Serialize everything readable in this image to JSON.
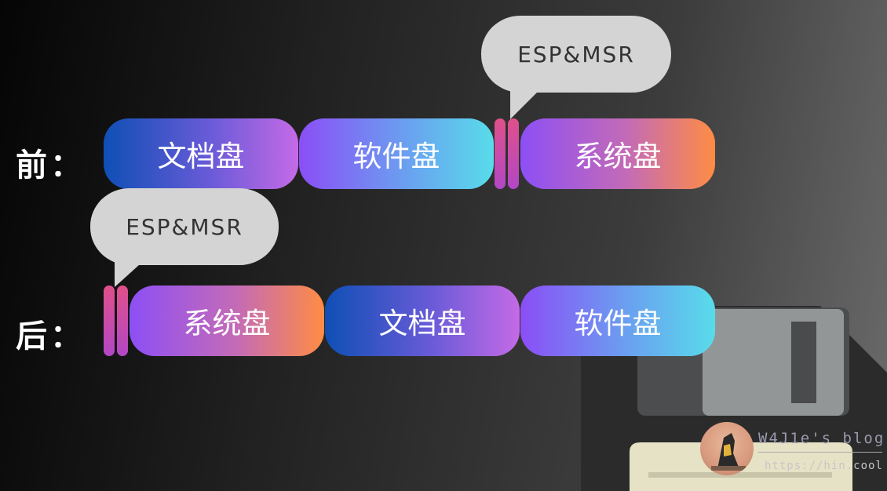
{
  "rows": {
    "before_label": "前：",
    "after_label": "后："
  },
  "partitions": {
    "doc": "文档盘",
    "soft": "软件盘",
    "sys": "系统盘"
  },
  "bubble_text": "ESP&MSR",
  "watermark": {
    "blog": "W4J1e's blog",
    "url": "https://hin.cool"
  }
}
